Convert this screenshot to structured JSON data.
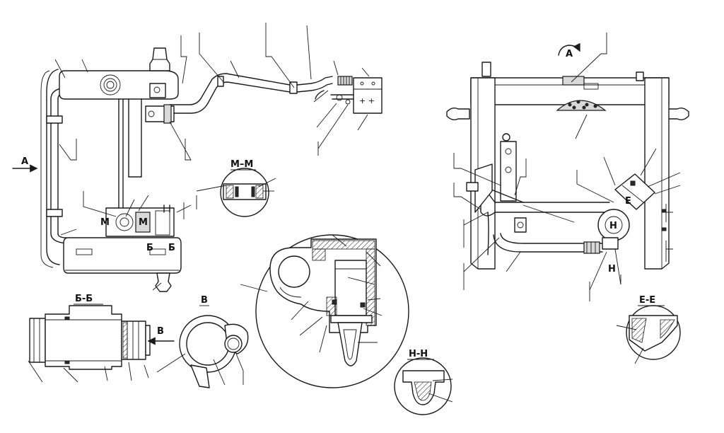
{
  "views": {
    "arrow_a": "А",
    "view_a": "А",
    "section_mm": "М–М",
    "cut_m_left": "М",
    "cut_m_right": "М",
    "section_bb": "Б-Б",
    "cut_b_left": "Б",
    "cut_b_right": "Б",
    "view_v": "В",
    "arrow_v": "В",
    "section_nn": "Н-Н",
    "cut_n_circle": "Н",
    "cut_n": "Н",
    "section_ee": "Е-Е",
    "cut_e": "Е"
  },
  "icons": {
    "rotation_arrow": "rotate-arrow-icon"
  }
}
